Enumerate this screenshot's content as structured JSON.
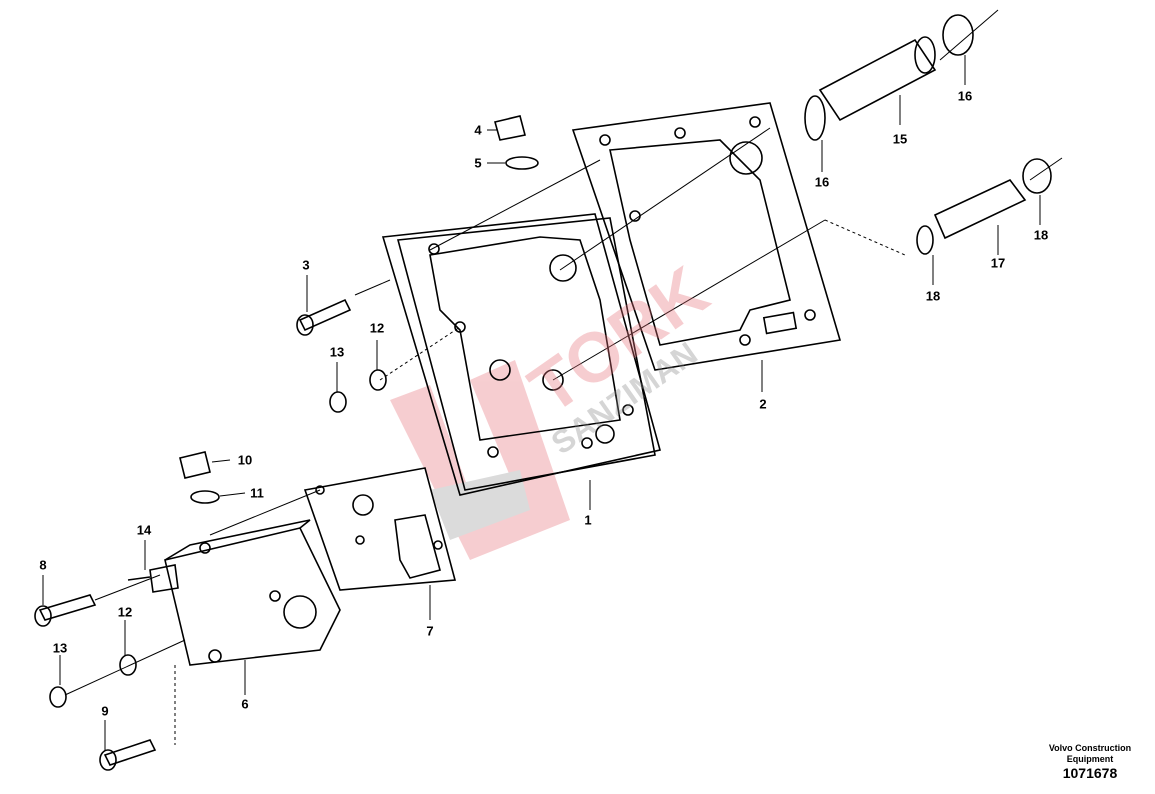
{
  "diagram": {
    "callouts": [
      "1",
      "2",
      "3",
      "4",
      "5",
      "6",
      "7",
      "8",
      "9",
      "10",
      "11",
      "12",
      "12",
      "13",
      "13",
      "14",
      "15",
      "16",
      "16",
      "17",
      "18",
      "18"
    ],
    "credit": "Volvo Construction Equipment",
    "drawing_number": "1071678",
    "watermark": {
      "line1": "TORK",
      "line2": "SANZIMAN",
      "color": "#e8737b"
    }
  }
}
